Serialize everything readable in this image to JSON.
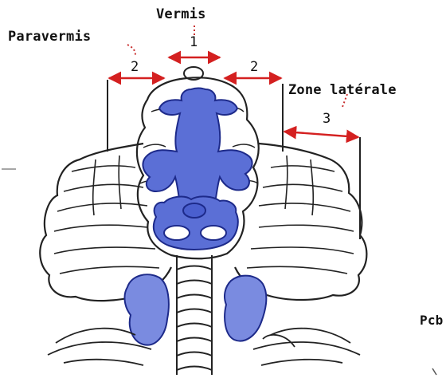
{
  "labels": {
    "vermis": "Vermis",
    "paravermis": "Paravermis",
    "zone_laterale": "Zone latérale",
    "pcb": "Pcb"
  },
  "numbers": {
    "vermis": "1",
    "paravermis_left": "2",
    "paravermis_right": "2",
    "zone_laterale": "3"
  },
  "colors": {
    "ink": "#222222",
    "arrow": "#d42020",
    "nucleus_fill": "#5b6fd6",
    "nucleus_stroke": "#1d2a8a",
    "leader": "#c83030"
  }
}
